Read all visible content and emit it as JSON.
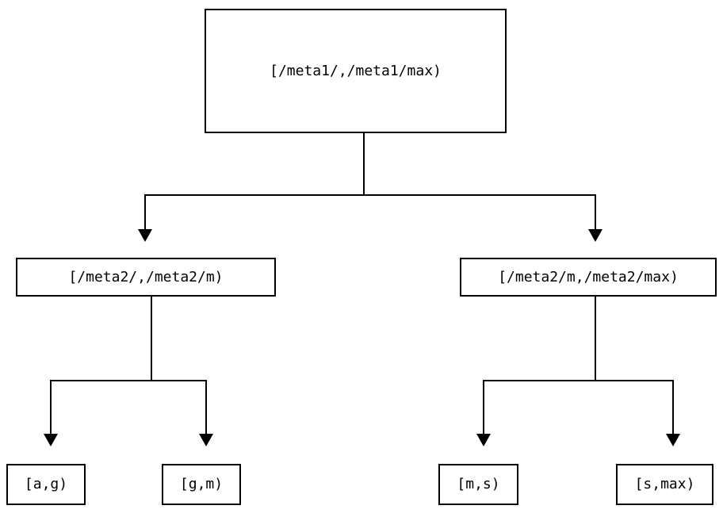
{
  "diagram": {
    "type": "tree",
    "orientation": "top-down",
    "background_color": "#ffffff",
    "line_color": "#000000",
    "text_color": "#000000",
    "nodes": [
      {
        "id": "root",
        "label": "[/meta1/,/meta1/max)",
        "level": 0
      },
      {
        "id": "meta2_low",
        "label": "[/meta2/,/meta2/m)",
        "level": 1
      },
      {
        "id": "meta2_high",
        "label": "[/meta2/m,/meta2/max)",
        "level": 1
      },
      {
        "id": "leaf_ag",
        "label": "[a,g)",
        "level": 2
      },
      {
        "id": "leaf_gm",
        "label": "[g,m)",
        "level": 2
      },
      {
        "id": "leaf_ms",
        "label": "[m,s)",
        "level": 2
      },
      {
        "id": "leaf_smax",
        "label": "[s,max)",
        "level": 2
      }
    ],
    "edges": [
      {
        "from": "root",
        "to": "meta2_low",
        "arrow": "triangle-down"
      },
      {
        "from": "root",
        "to": "meta2_high",
        "arrow": "triangle-down"
      },
      {
        "from": "meta2_low",
        "to": "leaf_ag",
        "arrow": "triangle-down"
      },
      {
        "from": "meta2_low",
        "to": "leaf_gm",
        "arrow": "triangle-down"
      },
      {
        "from": "meta2_high",
        "to": "leaf_ms",
        "arrow": "triangle-down"
      },
      {
        "from": "meta2_high",
        "to": "leaf_smax",
        "arrow": "triangle-down"
      }
    ]
  }
}
